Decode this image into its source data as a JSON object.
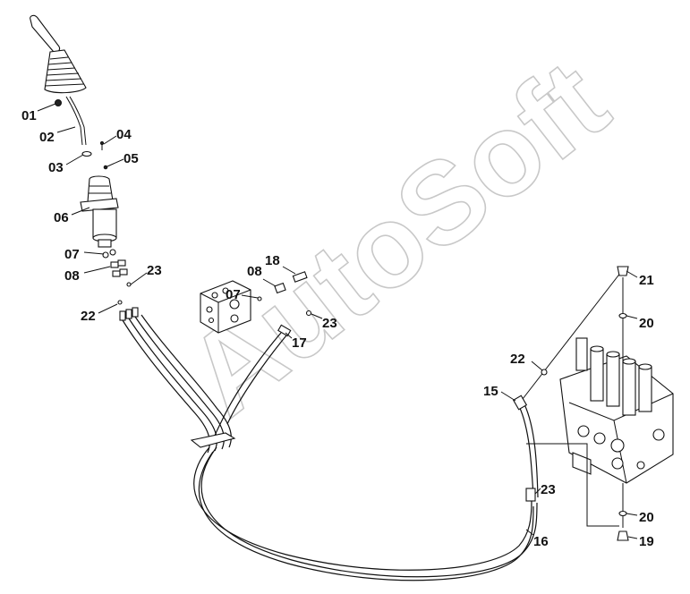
{
  "watermark": "AutoSoft",
  "callouts": [
    {
      "id": "c01",
      "label": "01"
    },
    {
      "id": "c02",
      "label": "02"
    },
    {
      "id": "c03",
      "label": "03"
    },
    {
      "id": "c04",
      "label": "04"
    },
    {
      "id": "c05",
      "label": "05"
    },
    {
      "id": "c06",
      "label": "06"
    },
    {
      "id": "c07a",
      "label": "07"
    },
    {
      "id": "c08a",
      "label": "08"
    },
    {
      "id": "c23a",
      "label": "23"
    },
    {
      "id": "c22a",
      "label": "22"
    },
    {
      "id": "c07b",
      "label": "07"
    },
    {
      "id": "c08b",
      "label": "08"
    },
    {
      "id": "c18",
      "label": "18"
    },
    {
      "id": "c17",
      "label": "17"
    },
    {
      "id": "c23b",
      "label": "23"
    },
    {
      "id": "c21",
      "label": "21"
    },
    {
      "id": "c20a",
      "label": "20"
    },
    {
      "id": "c22b",
      "label": "22"
    },
    {
      "id": "c15",
      "label": "15"
    },
    {
      "id": "c23c",
      "label": "23"
    },
    {
      "id": "c16",
      "label": "16"
    },
    {
      "id": "c20b",
      "label": "20"
    },
    {
      "id": "c19",
      "label": "19"
    }
  ]
}
